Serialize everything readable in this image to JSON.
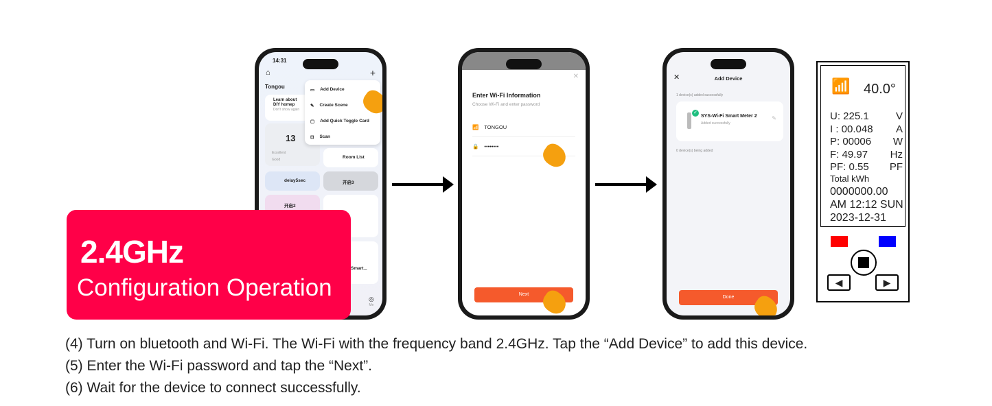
{
  "banner": {
    "freq": "2.4GHz",
    "subtitle": "Configuration Operation",
    "color": "#ff0048"
  },
  "phone1": {
    "time": "14:31",
    "home_name": "Tongou",
    "menu": [
      "Add Device",
      "Create Scene",
      "Add Quick Toggle Card",
      "Scan"
    ],
    "learn_title": "Learn about DIY homep",
    "learn_sub": "Don't show again",
    "weather_num": "13",
    "excellent": "Excellent",
    "good": "Good",
    "room_list": "Room List",
    "scene1": "delay5sec",
    "scene2": "开启3",
    "scene3": "开启2",
    "smart": "Smart...",
    "me": "Me"
  },
  "phone2": {
    "title": "Enter Wi-Fi Information",
    "subtitle": "Choose Wi-Fi and enter password",
    "ssid": "TONGOU",
    "password": "••••••••",
    "next": "Next"
  },
  "phone3": {
    "title": "Add Device",
    "added_count": "1 device(s) added successfully",
    "device_name": "SYS-Wi-Fi Smart Meter 2",
    "device_status": "Added successfully",
    "adding_count": "0 device(s) being added",
    "done": "Done"
  },
  "meter": {
    "temp": "40.0°",
    "rows": [
      [
        "U: 225.1",
        "V"
      ],
      [
        "I : 00.048",
        "A"
      ],
      [
        "P: 00006",
        "W"
      ],
      [
        "F: 49.97",
        "Hz"
      ],
      [
        "PF: 0.55",
        "PF"
      ]
    ],
    "total_label": "Total kWh",
    "total": "0000000.00",
    "clock": "AM 12:12 SUN",
    "date": "2023-12-31"
  },
  "steps": [
    "(4) Turn on bluetooth and Wi-Fi. The Wi-Fi with the frequency band 2.4GHz. Tap the “Add Device” to add this device.",
    "(5) Enter the Wi-Fi password and tap the “Next”.",
    "(6) Wait for the device to connect successfully."
  ]
}
